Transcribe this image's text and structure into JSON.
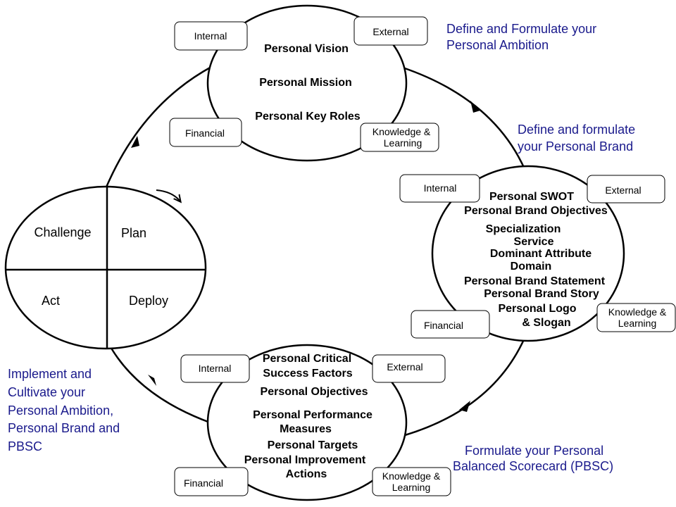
{
  "colors": {
    "caption": "#1a1a8c",
    "stroke": "#000000",
    "background": "#ffffff"
  },
  "cycle": {
    "quadrants": {
      "challenge": "Challenge",
      "plan": "Plan",
      "act": "Act",
      "deploy": "Deploy"
    }
  },
  "top": {
    "caption_lines": [
      "Define and Formulate your",
      "Personal Ambition"
    ],
    "items": [
      "Personal Vision",
      "Personal Mission",
      "Personal Key Roles"
    ],
    "boxes": {
      "internal": "Internal",
      "external": "External",
      "financial": "Financial",
      "knowledge": [
        "Knowledge &",
        "Learning"
      ]
    }
  },
  "right": {
    "caption_lines": [
      "Define and formulate",
      "your Personal Brand"
    ],
    "items": [
      "Personal SWOT",
      "Personal Brand Objectives",
      "Specialization",
      "Service",
      "Dominant Attribute",
      "Domain",
      "Personal Brand Statement",
      "Personal Brand Story",
      "Personal Logo",
      "& Slogan"
    ],
    "boxes": {
      "internal": "Internal",
      "external": "External",
      "financial": "Financial",
      "knowledge": [
        "Knowledge &",
        "Learning"
      ]
    }
  },
  "bottom": {
    "caption_lines": [
      "Formulate your Personal",
      "Balanced Scorecard (PBSC)"
    ],
    "items": [
      "Personal Critical",
      "Success Factors",
      "Personal Objectives",
      "Personal Performance",
      "Measures",
      "Personal Targets",
      "Personal Improvement",
      "Actions"
    ],
    "boxes": {
      "internal": "Internal",
      "external": "External",
      "financial": "Financial",
      "knowledge": [
        "Knowledge &",
        "Learning"
      ]
    }
  },
  "left": {
    "caption_lines": [
      "Implement and",
      "Cultivate your",
      "Personal Ambition,",
      "Personal Brand and",
      "PBSC"
    ]
  }
}
